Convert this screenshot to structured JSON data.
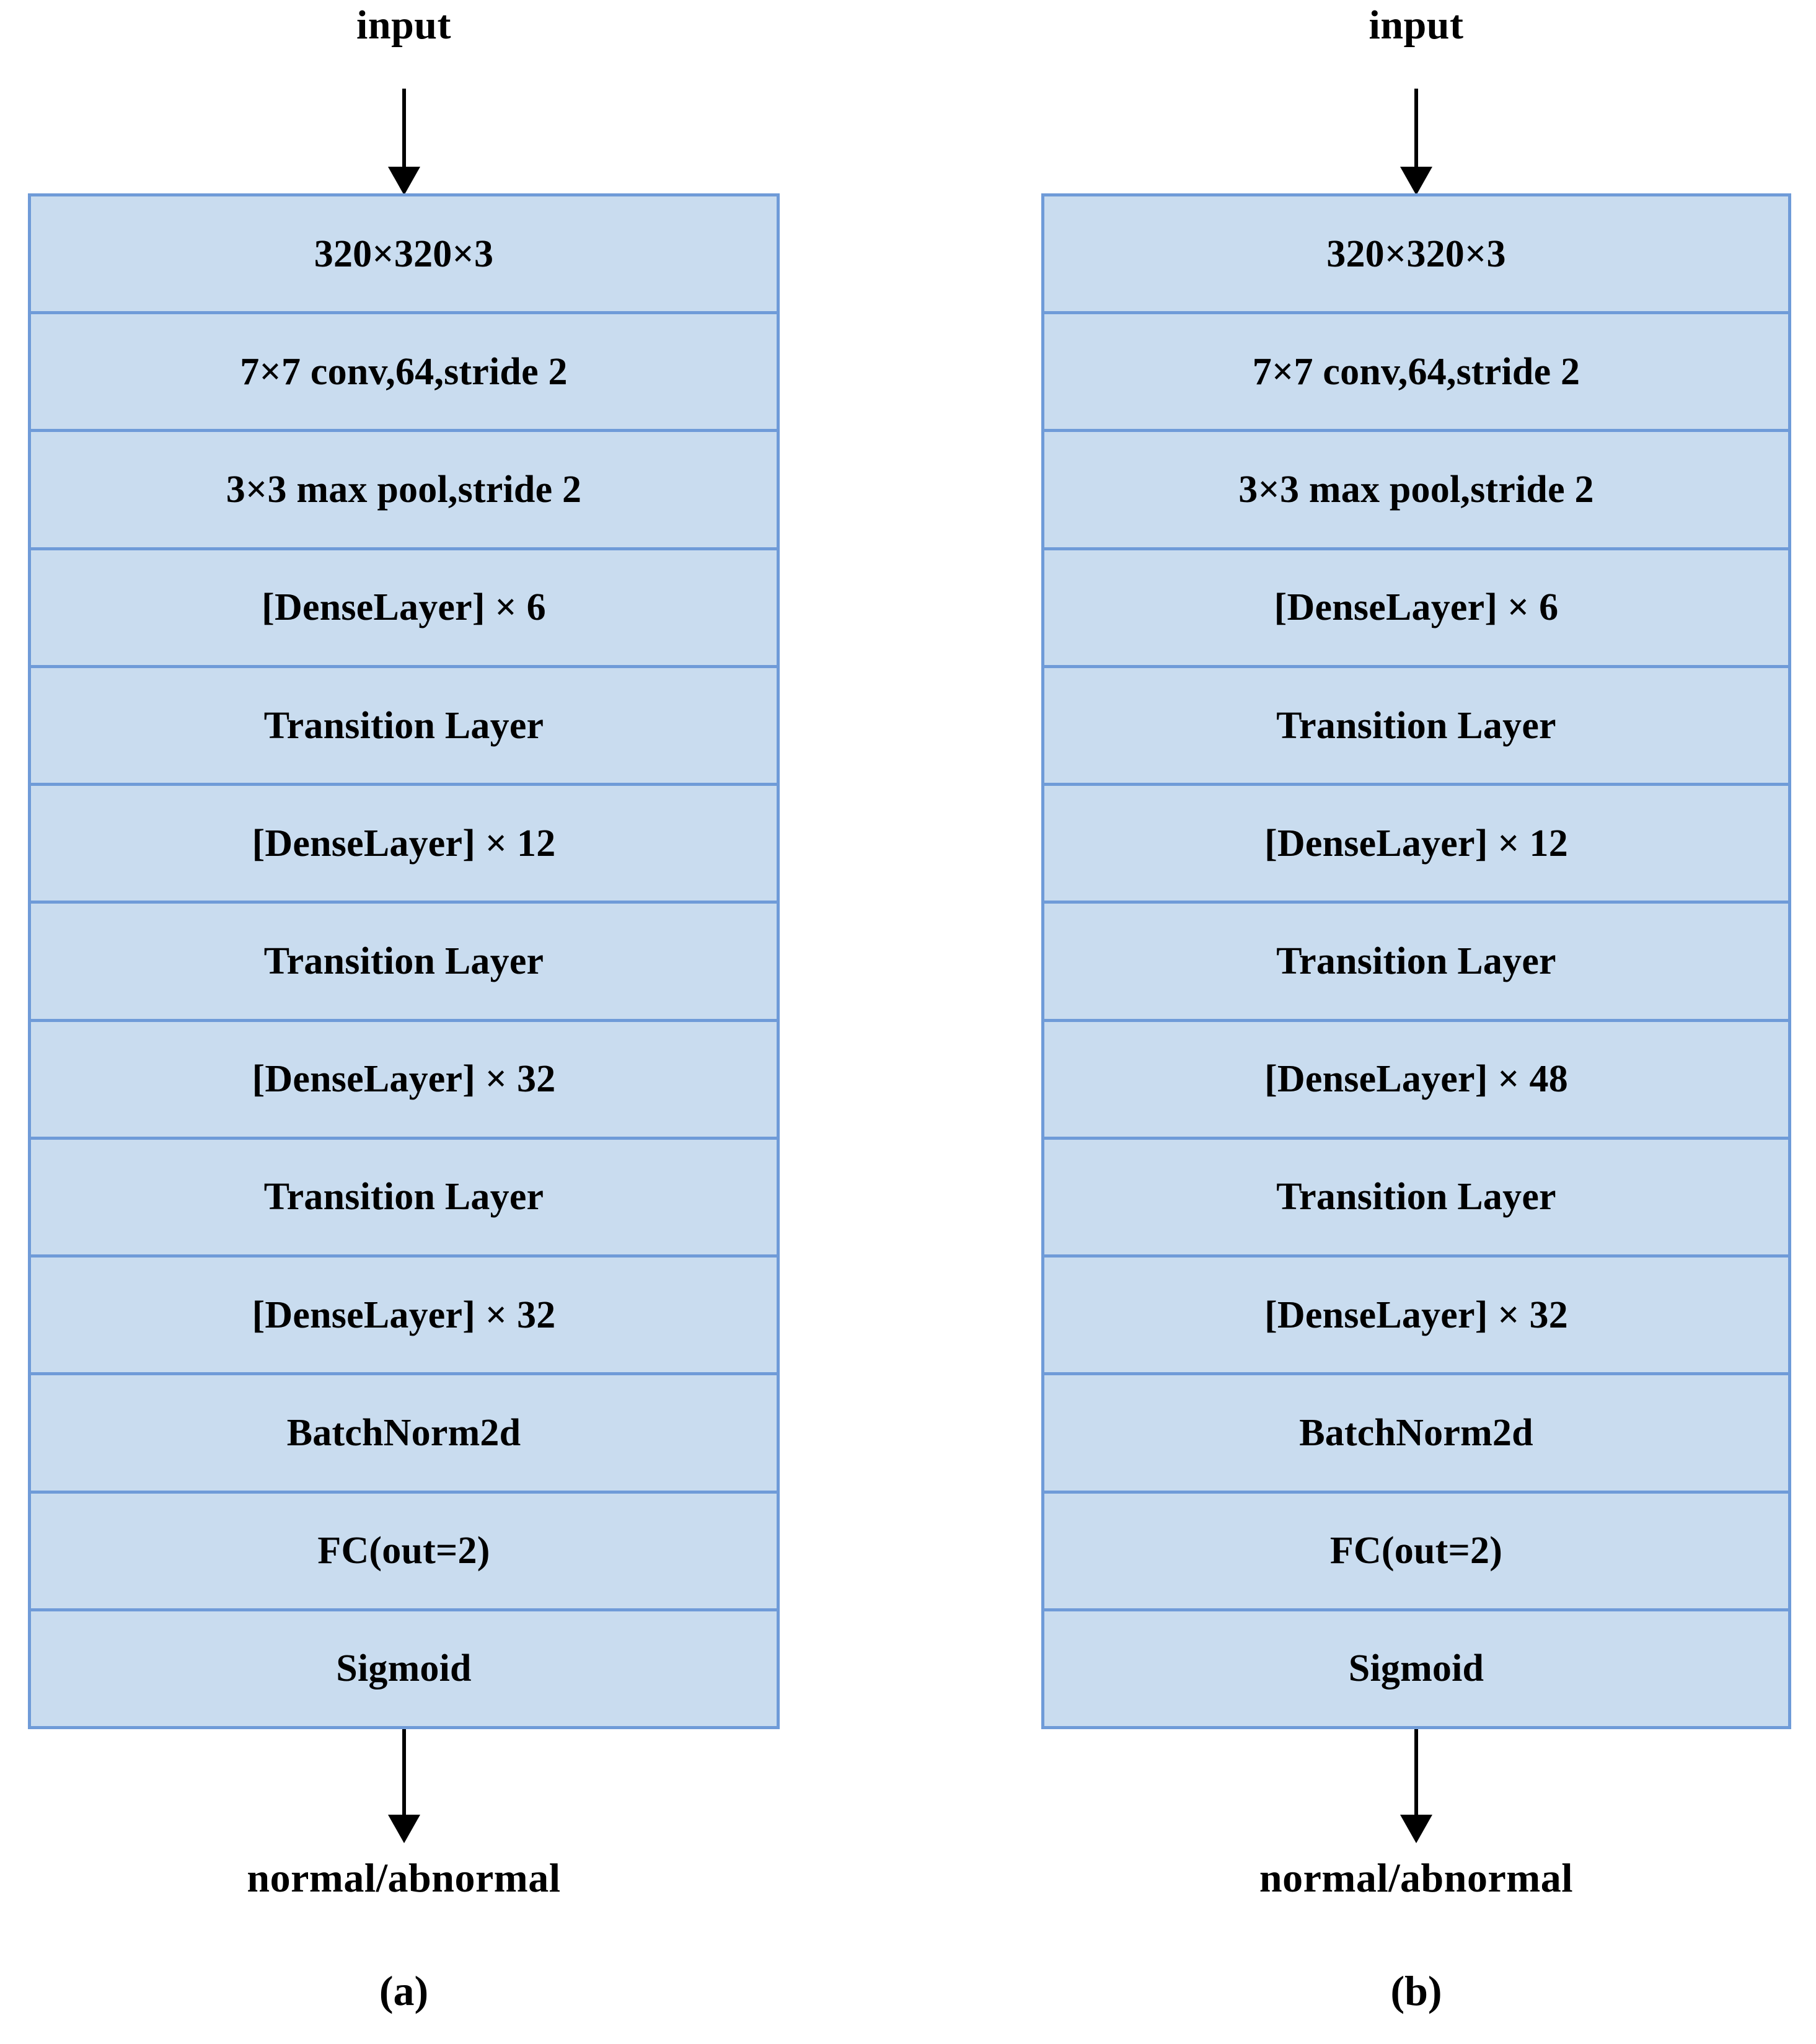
{
  "figure": {
    "type": "neural-network-architecture-diagram",
    "accent_border_color": "#6f9bd8",
    "box_fill_color": "#c9dcef",
    "background_color": "#ffffff",
    "text_color": "#000000",
    "panels": [
      {
        "id": "a",
        "caption": "(a)",
        "input_label": "input",
        "output_label": "normal/abnormal",
        "layers": [
          "320×320×3",
          "7×7 conv,64,stride 2",
          "3×3 max pool,stride 2",
          "[DenseLayer] × 6",
          "Transition  Layer",
          "[DenseLayer] × 12",
          "Transition  Layer",
          "[DenseLayer] × 32",
          "Transition  Layer",
          "[DenseLayer] × 32",
          "BatchNorm2d",
          "FC(out=2)",
          "Sigmoid"
        ]
      },
      {
        "id": "b",
        "caption": "(b)",
        "input_label": "input",
        "output_label": "normal/abnormal",
        "layers": [
          "320×320×3",
          "7×7 conv,64,stride 2",
          "3×3 max pool,stride 2",
          "[DenseLayer] × 6",
          "Transition  Layer",
          "[DenseLayer] × 12",
          "Transition  Layer",
          "[DenseLayer] × 48",
          "Transition  Layer",
          "[DenseLayer] × 32",
          "BatchNorm2d",
          "FC(out=2)",
          "Sigmoid"
        ]
      }
    ]
  }
}
